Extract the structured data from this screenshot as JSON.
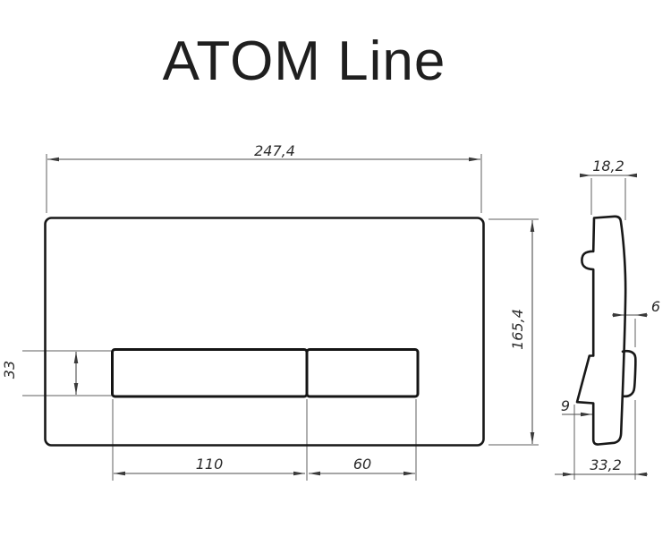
{
  "title": "ATOM Line",
  "front_view": {
    "dim_width": "247,4",
    "dim_height": "165,4",
    "dim_button_height": "33",
    "dim_big_button_width": "110",
    "dim_small_button_width": "60"
  },
  "side_view": {
    "dim_depth_top": "18,2",
    "dim_button_protrusion": "6",
    "dim_hook_protrusion": "9",
    "dim_depth_total": "33,2"
  },
  "colors": {
    "outline": "#181818",
    "dimension_lines": "#4d4d4d",
    "label_text": "#2b2b2b",
    "background": "#ffffff"
  }
}
